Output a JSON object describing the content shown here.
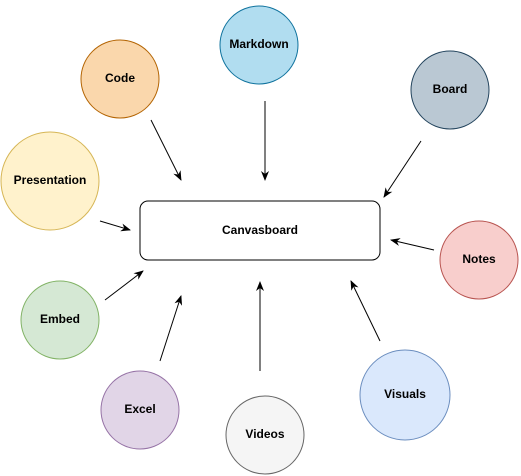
{
  "diagram": {
    "center": {
      "label": "Canvasboard",
      "fill": "#ffffff",
      "stroke": "#000000"
    },
    "nodes": [
      {
        "id": "markdown",
        "label": "Markdown",
        "fill": "#b1ddf0",
        "stroke": "#10739e"
      },
      {
        "id": "code",
        "label": "Code",
        "fill": "#fad7ac",
        "stroke": "#b46504"
      },
      {
        "id": "board",
        "label": "Board",
        "fill": "#bac8d3",
        "stroke": "#23445d"
      },
      {
        "id": "presentation",
        "label": "Presentation",
        "fill": "#fff2cc",
        "stroke": "#d6b656"
      },
      {
        "id": "notes",
        "label": "Notes",
        "fill": "#f8cecc",
        "stroke": "#b85450"
      },
      {
        "id": "embed",
        "label": "Embed",
        "fill": "#d5e8d4",
        "stroke": "#82b366"
      },
      {
        "id": "visuals",
        "label": "Visuals",
        "fill": "#dae8fc",
        "stroke": "#6c8ebf"
      },
      {
        "id": "excel",
        "label": "Excel",
        "fill": "#e1d5e7",
        "stroke": "#9673a6"
      },
      {
        "id": "videos",
        "label": "Videos",
        "fill": "#f5f5f5",
        "stroke": "#666666"
      }
    ]
  }
}
